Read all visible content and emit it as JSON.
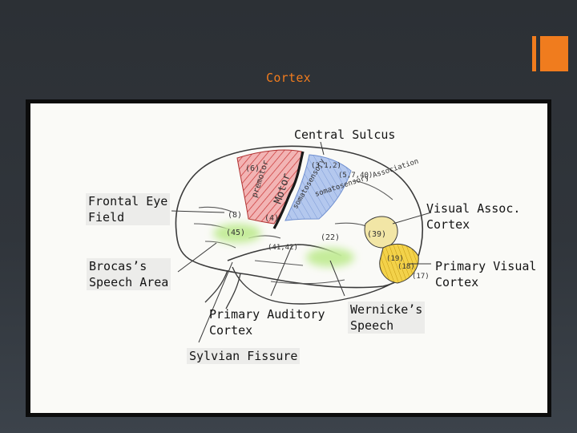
{
  "slide": {
    "title": "Cortex",
    "accent_color": "#f07c1e"
  },
  "diagram": {
    "labels": {
      "central_sulcus": "Central Sulcus",
      "frontal_eye_field": "Frontal Eye\nField",
      "visual_assoc_cortex": "Visual Assoc.\nCortex",
      "brocas_speech_area": "Brocas’s\nSpeech Area",
      "primary_visual_cortex": "Primary Visual\nCortex",
      "primary_auditory_cortex": "Primary Auditory\nCortex",
      "wernickes_speech": "Wernicke’s\nSpeech",
      "sylvian_fissure": "Sylvian Fissure"
    },
    "brodmann_numbers": {
      "area_6": "(6)",
      "area_3_1_2": "(3,1,2)",
      "area_5_7_40": "(5,7,40)",
      "area_8": "(8)",
      "area_4": "(4)",
      "area_45": "(45)",
      "area_41_42": "(41,42)",
      "area_22": "(22)",
      "area_39": "(39)",
      "area_19": "(19)",
      "area_18": "(18)",
      "area_17": "(17)"
    },
    "region_names": {
      "premotor": "premotor",
      "motor": "Motor",
      "somatosensory": "somatosensory",
      "somatosensory_association": "somatosensory Association"
    },
    "colors": {
      "premotor_fill": "#f2b4b4",
      "premotor_hatch": "#c83232",
      "somatosensory_fill": "#b4c8ee",
      "visual_assoc_fill": "#f2e6a6",
      "primary_visual_fill": "#f3d24a",
      "speech_areas_fill": "#c4ec9a",
      "pencil": "#3a3a3a"
    }
  }
}
